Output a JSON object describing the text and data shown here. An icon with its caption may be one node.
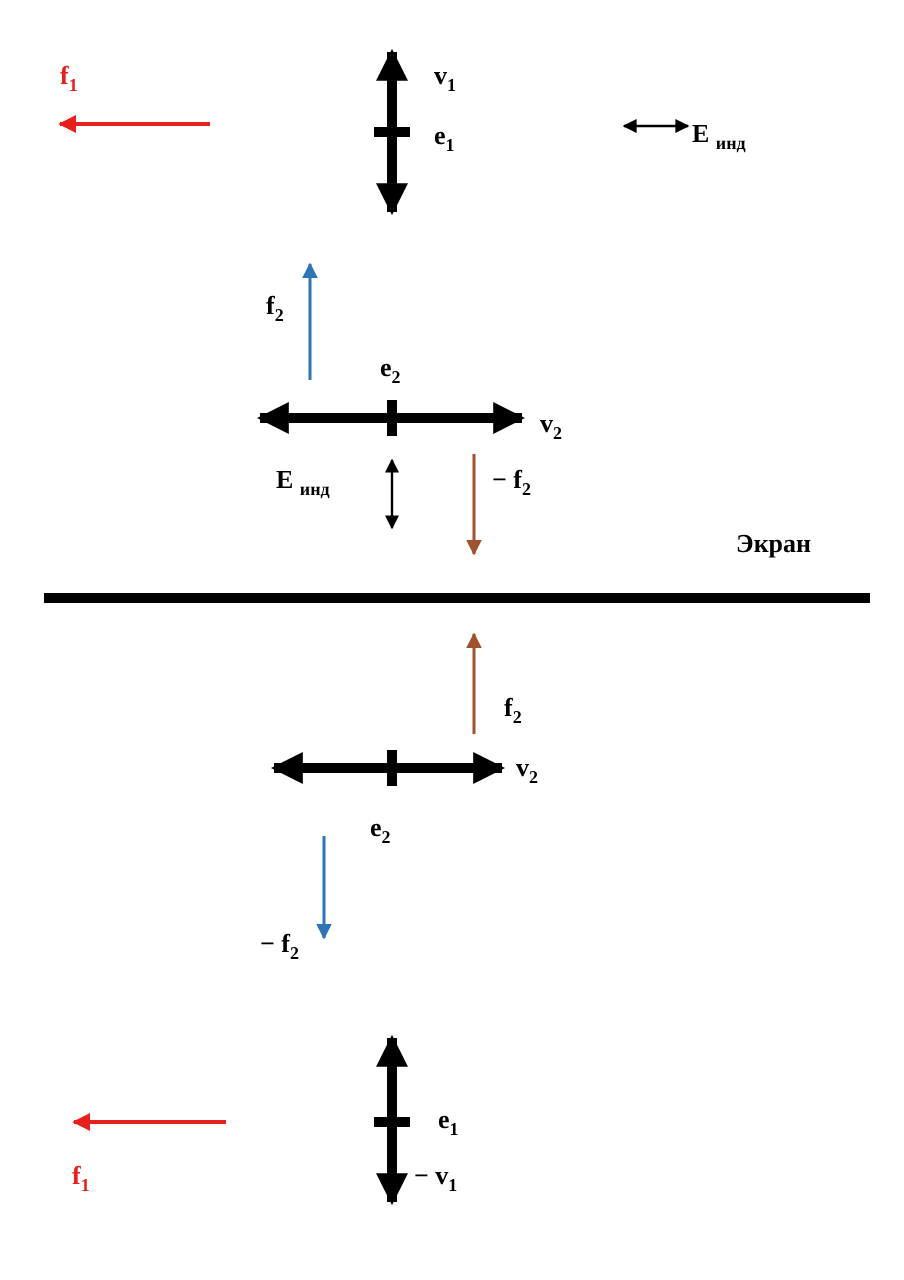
{
  "diagram": {
    "labels": [
      "f$_{1}$",
      "v$_{1}$",
      "e$_{1}$",
      "E $_{инд}$",
      "f$_{2}$",
      "e$_{2}$",
      "v$_{2}$",
      "E $_{инд}$",
      "− f$_{2}$",
      "Экран",
      "f$_{2}$",
      "v$_{2}$",
      "e$_{2}$",
      "− f$_{2}$",
      "e$_{1}$",
      "f$_{1}$",
      "− v$_{1}$"
    ]
  }
}
